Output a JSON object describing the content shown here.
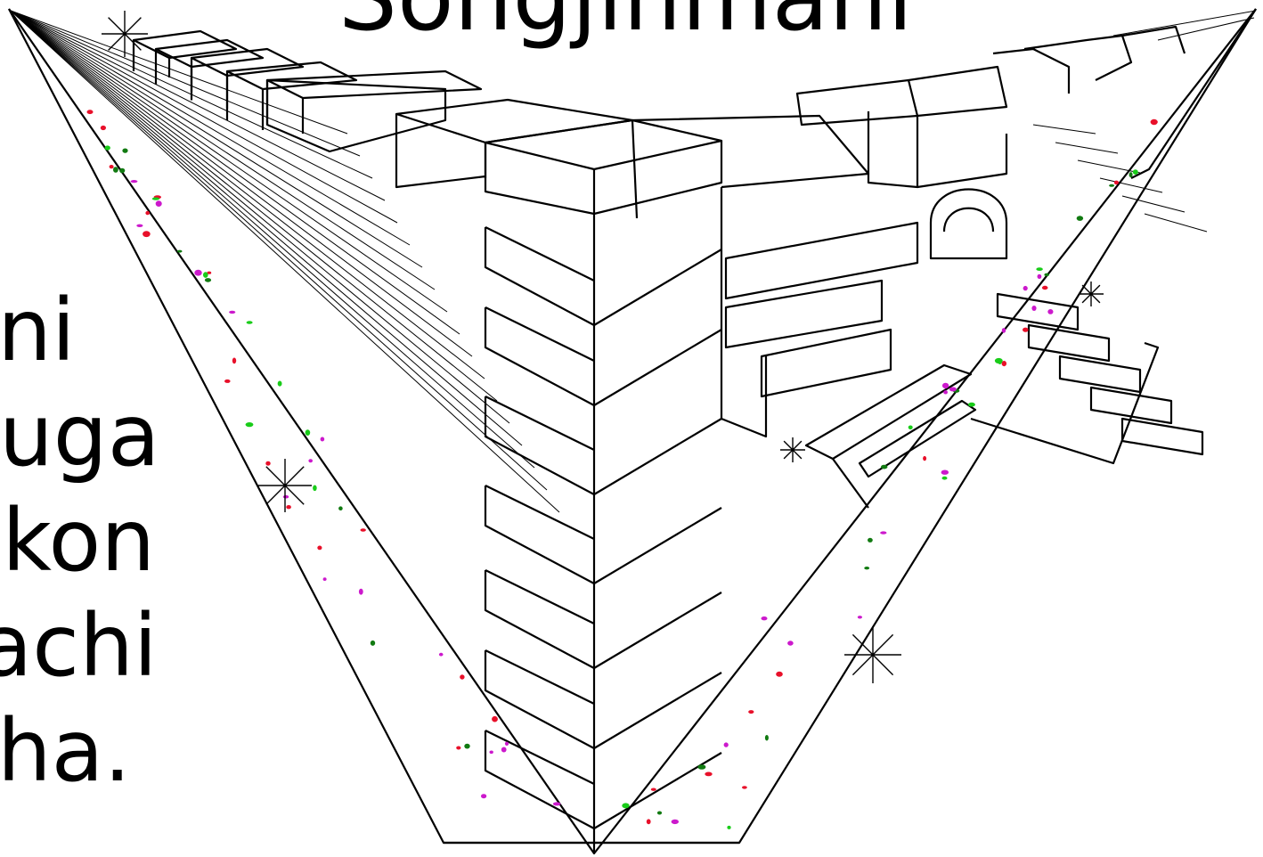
{
  "title": "Songjinmani",
  "side_text_lines": [
    "eni",
    "guga",
    "tikon",
    "rachi",
    "aha."
  ],
  "colors": {
    "ink": "#000000",
    "background": "#ffffff",
    "dot_palette": [
      "#e8102a",
      "#cc19cc",
      "#19cc19",
      "#117a11"
    ]
  }
}
